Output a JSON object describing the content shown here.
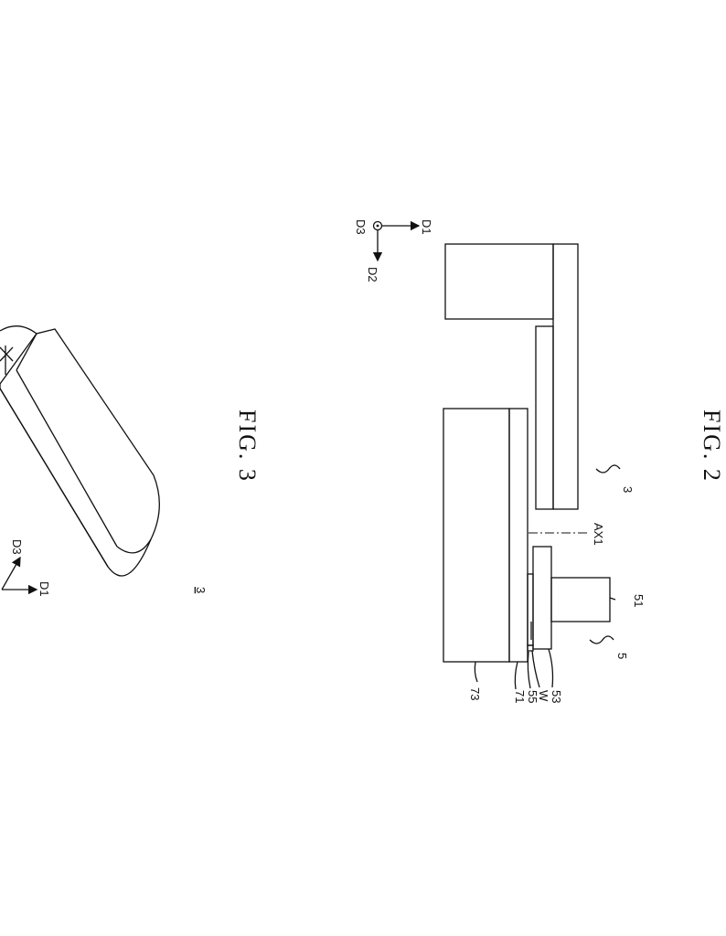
{
  "sheet": {
    "fig2_title": "FIG. 2",
    "fig3_title": "FIG. 3"
  },
  "fig2": {
    "axes": {
      "d1": "D1",
      "d2": "D2",
      "d3": "D3"
    },
    "refs": {
      "body_3": "3",
      "axis": "AX1",
      "part_51": "51",
      "assembly_5": "5",
      "part_53": "53",
      "wafer": "W",
      "part_55": "55",
      "part_71": "71",
      "part_73": "73"
    }
  },
  "fig3": {
    "axes": {
      "d1": "D1",
      "d3": "D3"
    },
    "ref": "3"
  },
  "colors": {
    "ink": "#111111",
    "paper": "#ffffff"
  }
}
